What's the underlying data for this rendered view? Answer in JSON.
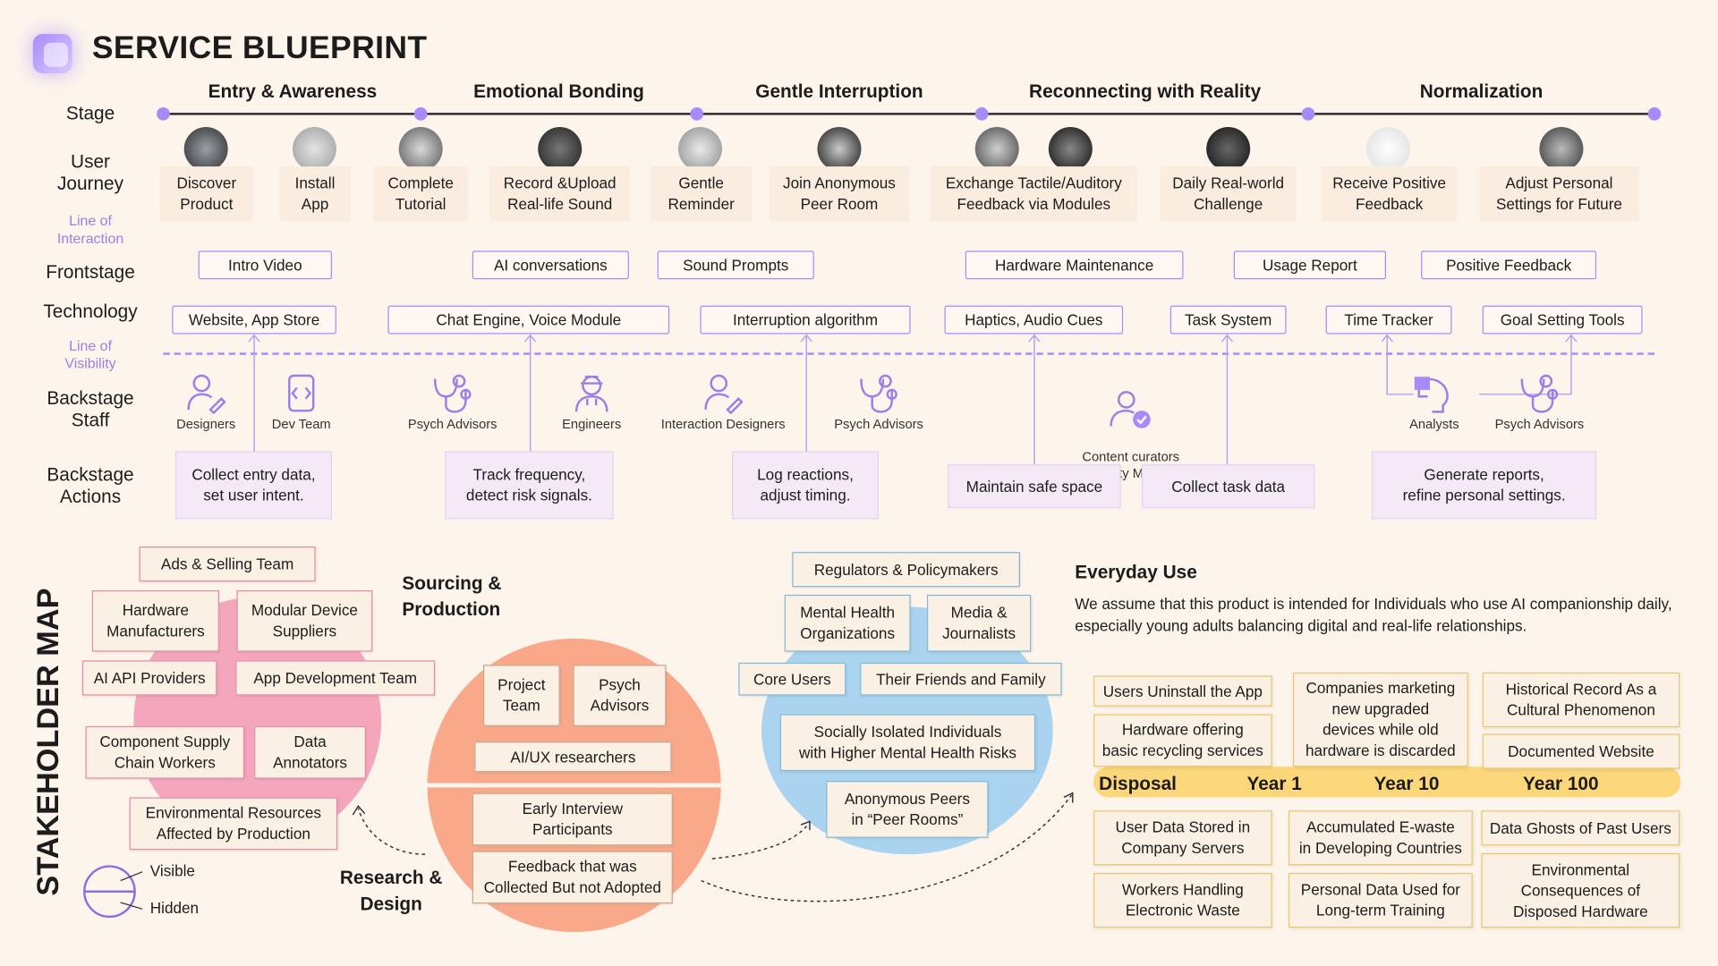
{
  "header": {
    "title": "SERVICE BLUEPRINT"
  },
  "rows": {
    "stage": "Stage",
    "user_journey": "User\nJourney",
    "line_interaction": "Line of\nInteraction",
    "frontstage": "Frontstage",
    "technology": "Technology",
    "line_visibility": "Line of\nVisibility",
    "backstage_staff": "Backstage\nStaff",
    "backstage_actions": "Backstage\nActions"
  },
  "phases": [
    "Entry & Awareness",
    "Emotional Bonding",
    "Gentle Interruption",
    "Reconnecting with Reality",
    "Normalization"
  ],
  "journey": [
    "Discover\nProduct",
    "Install\nApp",
    "Complete\nTutorial",
    "Record &Upload\nReal-life Sound",
    "Gentle\nReminder",
    "Join Anonymous\nPeer Room",
    "Exchange Tactile/Auditory\nFeedback via Modules",
    "Daily Real-world\nChallenge",
    "Receive Positive\nFeedback",
    "Adjust Personal\nSettings for Future"
  ],
  "frontstage": [
    "Intro Video",
    "AI conversations",
    "Sound Prompts",
    "Hardware Maintenance",
    "Usage Report",
    "Positive Feedback"
  ],
  "technology": [
    "Website, App Store",
    "Chat Engine, Voice Module",
    "Interruption algorithm",
    "Haptics, Audio Cues",
    "Task System",
    "Time Tracker",
    "Goal Setting Tools"
  ],
  "staff": [
    {
      "label": "Designers",
      "icon": "designer-icon"
    },
    {
      "label": "Dev Team",
      "icon": "dev-team-icon"
    },
    {
      "label": "Psych Advisors",
      "icon": "psych-advisor-icon"
    },
    {
      "label": "Engineers",
      "icon": "engineer-icon"
    },
    {
      "label": "Interaction Designers",
      "icon": "designer-icon"
    },
    {
      "label": "Psych Advisors",
      "icon": "psych-advisor-icon"
    },
    {
      "label": "Content curators\nCommunity Moderators",
      "icon": "moderator-icon"
    },
    {
      "label": "Analysts",
      "icon": "analyst-icon"
    },
    {
      "label": "Psych Advisors",
      "icon": "psych-advisor-icon"
    }
  ],
  "actions": [
    "Collect entry data,\nset user intent.",
    "Track frequency,\ndetect risk signals.",
    "Log reactions,\nadjust timing.",
    "Maintain safe space",
    "Collect task data",
    "Generate reports,\nrefine personal settings."
  ],
  "stakeholder": {
    "title": "STAKEHOLDER MAP",
    "legend_visible": "Visible",
    "legend_hidden": "Hidden",
    "sourcing_label": "Sourcing &\nProduction",
    "research_label": "Research &\nDesign",
    "pink": [
      "Ads & Selling Team",
      "Hardware\nManufacturers",
      "Modular Device\nSuppliers",
      "AI API Providers",
      "App Development Team",
      "Component Supply\nChain Workers",
      "Data\nAnnotators",
      "Environmental Resources\nAffected by Production"
    ],
    "orange": [
      "Project\nTeam",
      "Psych\nAdvisors",
      "AI/UX researchers",
      "Early Interview\nParticipants",
      "Feedback that was\nCollected But not Adopted"
    ],
    "blue": [
      "Regulators & Policymakers",
      "Mental Health\nOrganizations",
      "Media &\nJournalists",
      "Core Users",
      "Their Friends and Family",
      "Socially Isolated Individuals\nwith Higher Mental Health Risks",
      "Anonymous Peers\nin “Peer Rooms”"
    ]
  },
  "everyday": {
    "title": "Everyday Use",
    "text": "We assume that this product is intended for Individuals who use AI companionship daily, especially young adults balancing digital and real-life relationships.",
    "timeline": [
      "Disposal",
      "Year 1",
      "Year 10",
      "Year 100"
    ],
    "top": [
      "Users Uninstall the App",
      "Hardware offering\nbasic recycling services",
      "Companies marketing\nnew upgraded\ndevices while old\nhardware is discarded",
      "Historical Record As a\nCultural Phenomenon",
      "Documented Website"
    ],
    "bottom": [
      "User Data Stored in\nCompany Servers",
      "Workers Handling\nElectronic Waste",
      "Accumulated E-waste\nin Developing Countries",
      "Personal Data Used for\nLong-term Training",
      "Data Ghosts of Past Users",
      "Environmental\nConsequences of\nDisposed Hardware"
    ]
  },
  "colors": {
    "accent": "#a78bfa",
    "pink": "#f4a6bd",
    "orange": "#f9a98a",
    "blue": "#a9d3ee",
    "yellow": "#fbd77a"
  }
}
